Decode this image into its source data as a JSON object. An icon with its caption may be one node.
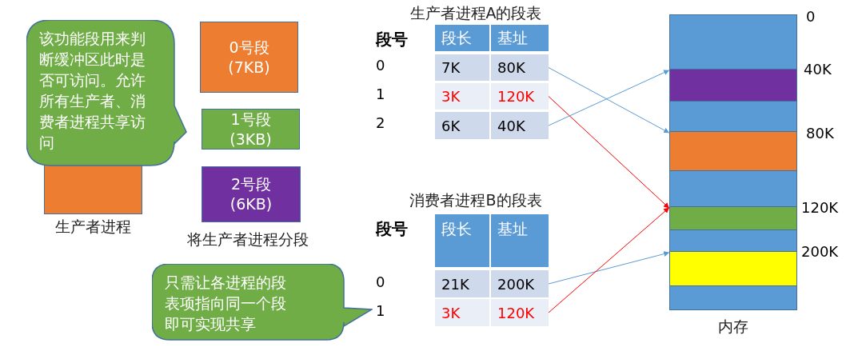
{
  "diagram": {
    "nodes": [
      {
        "text": [
          "生产者进程"
        ]
      },
      {
        "text": [
          "该功能段用来判断缓冲区此时是否可访问。允许所有生产者、消费者进程共享访问"
        ]
      },
      {
        "text": [
          "0号段",
          "(7KB)"
        ]
      },
      {
        "text": [
          "1号段",
          "(3KB)"
        ]
      },
      {
        "text": [
          "2号段",
          "(6KB)"
        ]
      },
      {
        "text": [
          "80K"
        ]
      },
      {
        "text": [
          "120K"
        ]
      },
      {
        "text": [
          "40K"
        ]
      },
      {
        "text": [
          "200K"
        ]
      },
      {
        "text": [
          "120K"
        ]
      },
      {
        "text": [
          "只需让各进程的段表项指向同一个段即可实现共享"
        ]
      },
      {
        "text": [
          "内存"
        ]
      },
      {
        "text": [],
        "shape": "bar",
        "in": 11
      },
      {
        "text": [],
        "shape": "bar",
        "in": 11
      },
      {
        "text": [],
        "shape": "bar",
        "in": 11
      },
      {
        "text": [],
        "shape": "bar",
        "in": 11
      }
    ],
    "edges": [
      {
        "from": 5,
        "to": 13,
        "arrow": "to"
      },
      {
        "from": 6,
        "to": 14,
        "arrow": "to",
        "color": "#ff0000"
      },
      {
        "from": 7,
        "to": 12,
        "arrow": "to"
      },
      {
        "from": 8,
        "to": 15,
        "arrow": "to"
      },
      {
        "from": 9,
        "to": 14,
        "arrow": "to",
        "color": "#ff0000"
      }
    ],
    "labels": [
      "生产者进程A的段表",
      "段号",
      "段长",
      "基址",
      "0",
      "7K",
      "1",
      "3K",
      "2",
      "6K",
      "消费者进程B的段表",
      "段号",
      "段长",
      "基址",
      "0",
      "21K",
      "1",
      "3K",
      "将生产者进程分段",
      "0",
      "40K",
      "80K",
      "120K",
      "200K"
    ]
  }
}
